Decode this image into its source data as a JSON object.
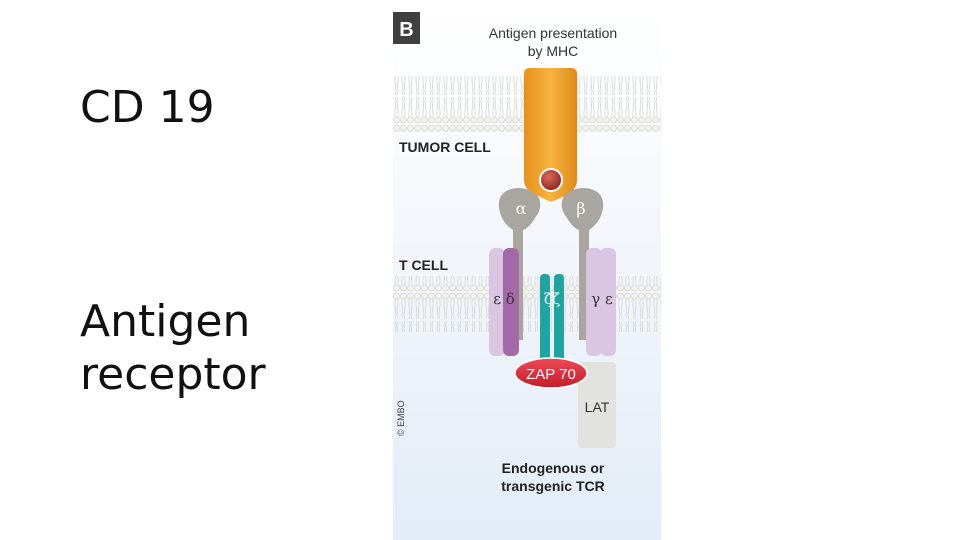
{
  "slide": {
    "title": "CD 19",
    "subtitle_line1": "Antigen",
    "subtitle_line2": "receptor"
  },
  "figure": {
    "panel_letter": "B",
    "heading_line1": "Antigen presentation",
    "heading_line2": "by MHC",
    "tumor_cell_label": "TUMOR CELL",
    "t_cell_label": "T CELL",
    "alpha_label": "α",
    "beta_label": "β",
    "epsilon_delta_label": "ε δ",
    "zeta_zeta_label": "ζζ",
    "gamma_epsilon_label": "γ ε",
    "zap70_label": "ZAP 70",
    "lat_label": "LAT",
    "copyright_label": "© EMBO",
    "caption_line1": "Endogenous or",
    "caption_line2": "transgenic TCR",
    "colors": {
      "mhc": "#f0a020",
      "antigen": "#a52a2a",
      "tcr_chain": "#a8a69e",
      "cd3_light": "#d9c6e3",
      "cd3_dark": "#a46aa8",
      "zeta": "#1fa3a3",
      "zap70": "#d92b3a",
      "lat": "#e2e2de",
      "membrane": "#f0efe9",
      "panel_bg": "#eef3fa"
    }
  }
}
